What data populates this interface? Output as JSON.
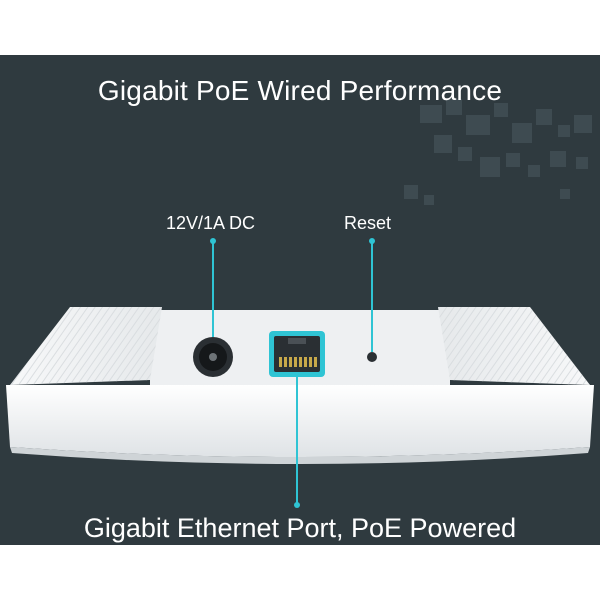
{
  "title": "Gigabit PoE Wired Performance",
  "labels": {
    "dc": "12V/1A DC",
    "reset": "Reset"
  },
  "caption": "Gigabit Ethernet Port, PoE Powered",
  "colors": {
    "background": "#2f3a3f",
    "accent": "#2fc4d4",
    "device": "#f1f3f4"
  },
  "icons": {
    "dc": "dc-power-jack-icon",
    "ethernet": "ethernet-port-icon",
    "reset": "reset-hole-icon"
  }
}
